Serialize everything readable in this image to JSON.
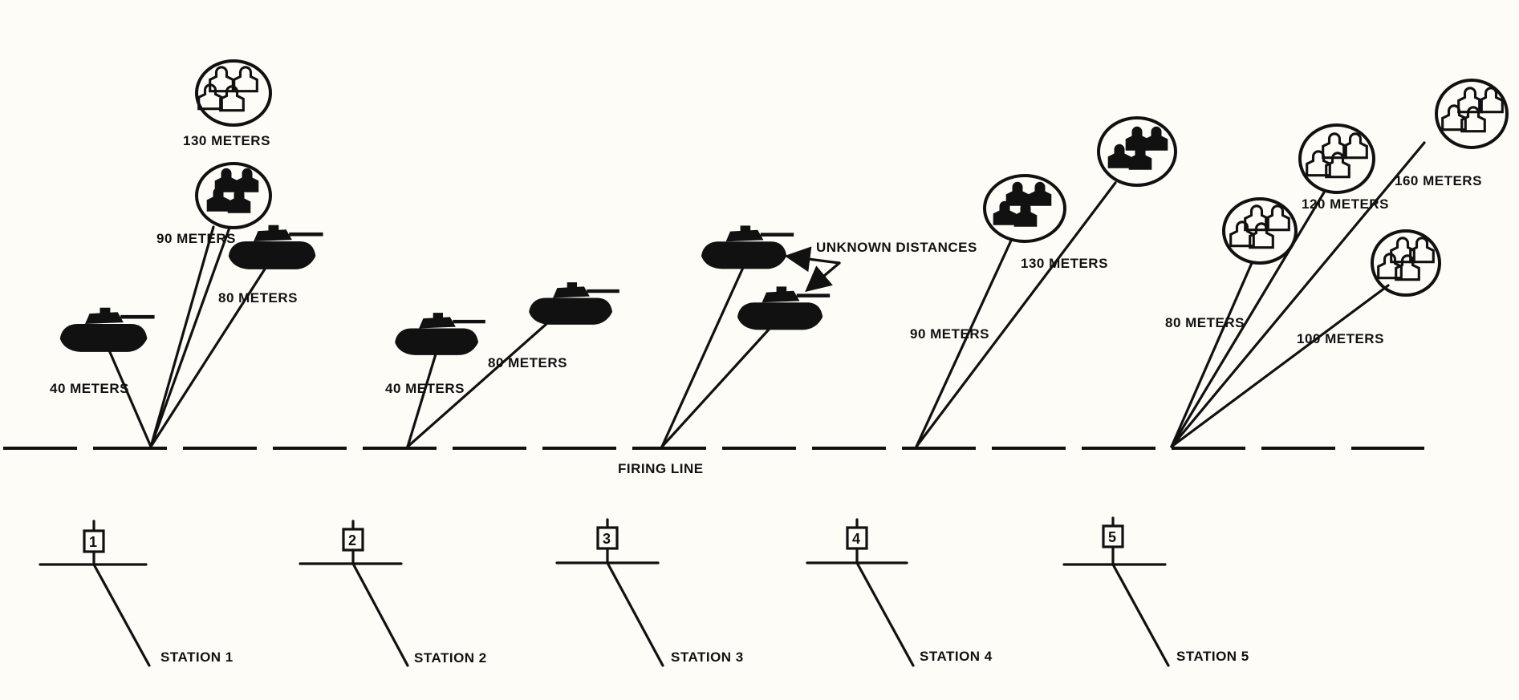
{
  "firing_line_label": "FIRING LINE",
  "unknown_label": "UNKNOWN DISTANCES",
  "stations": [
    {
      "label": "STATION 1",
      "number": "1"
    },
    {
      "label": "STATION 2",
      "number": "2"
    },
    {
      "label": "STATION 3",
      "number": "3"
    },
    {
      "label": "STATION 4",
      "number": "4"
    },
    {
      "label": "STATION 5",
      "number": "5"
    }
  ],
  "targets": {
    "s1_40": "40 METERS",
    "s1_80": "80 METERS",
    "s1_90": "90 METERS",
    "s1_130": "130 METERS",
    "s2_40": "40 METERS",
    "s2_80": "80 METERS",
    "s4_90": "90 METERS",
    "s4_130": "130 METERS",
    "s5_80": "80 METERS",
    "s5_100": "100 METERS",
    "s5_120": "120 METERS",
    "s5_160": "160 METERS"
  }
}
